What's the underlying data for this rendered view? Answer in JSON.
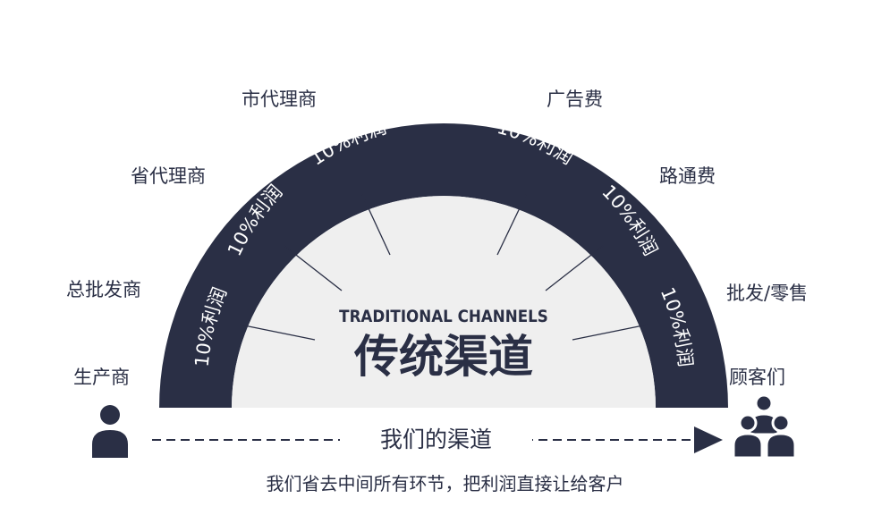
{
  "diagram": {
    "center_title_en": "TRADITIONAL CHANNELS",
    "center_title_cn": "传统渠道",
    "arc_profit_labels": [
      "10%利润",
      "10%利润",
      "10%利润",
      "10%利润",
      "10%利润",
      "10%利润"
    ],
    "left_stages": [
      "生产商",
      "总批发商",
      "省代理商",
      "市代理商"
    ],
    "right_stages": [
      "广告费",
      "路通费",
      "批发/零售",
      "顾客们"
    ],
    "our_channel_label": "我们的渠道",
    "bottom_caption": "我们省去中间所有环节，把利润直接让给客户",
    "colors": {
      "navy": "#2a2f45",
      "inner_fill": "#efefef",
      "white": "#ffffff"
    },
    "icons": {
      "producer": "person-icon",
      "customers": "group-icon",
      "arrow": "arrow-right-icon"
    }
  }
}
